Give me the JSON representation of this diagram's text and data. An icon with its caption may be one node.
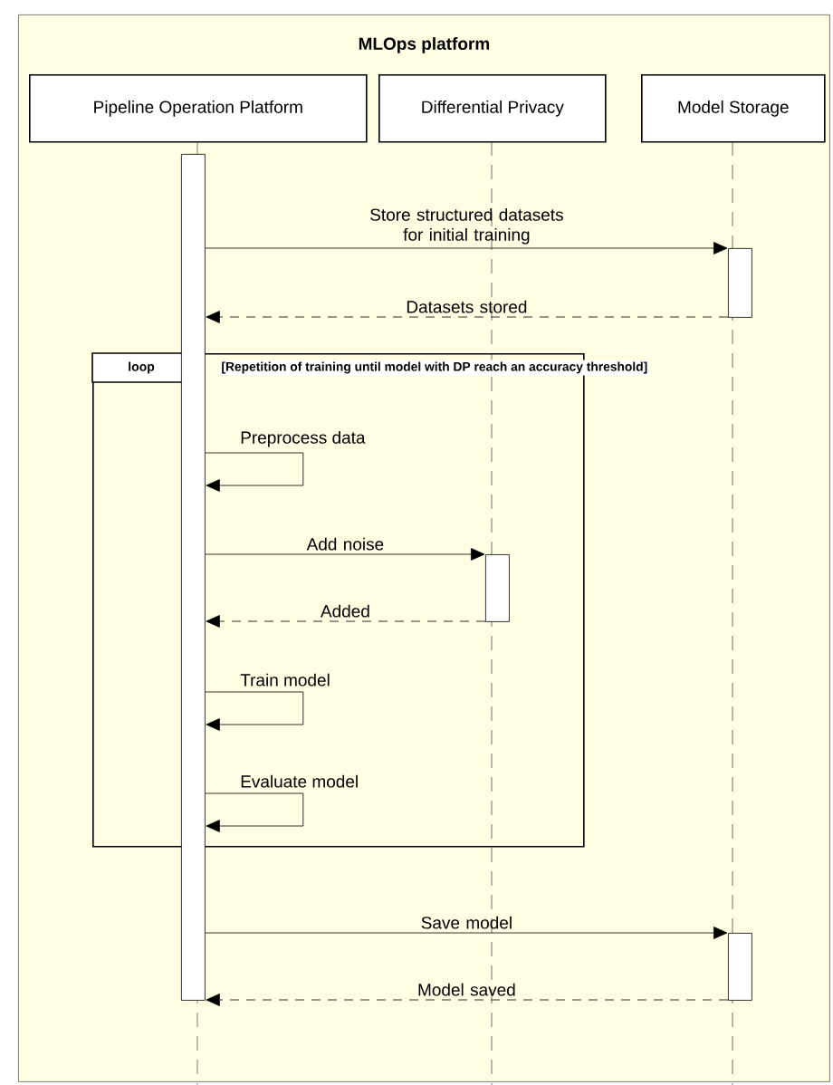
{
  "diagram": {
    "nodes": [
      {
        "text": [
          "MLOps platform"
        ]
      },
      {
        "text": [
          "Pipeline Operation Platform"
        ],
        "in": 0
      },
      {
        "text": [
          "Differential Privacy"
        ],
        "in": 0
      },
      {
        "text": [
          "Model Storage"
        ],
        "in": 0
      },
      {
        "text": [
          "loop",
          "[Repetition of training until model with DP reach an accuracy threshold]"
        ],
        "in": 0
      },
      {
        "text": [],
        "shape": "bar",
        "in": 0
      },
      {
        "text": [],
        "shape": "bar",
        "in": 0
      },
      {
        "text": [],
        "shape": "bar",
        "in": 4
      },
      {
        "text": [],
        "shape": "bar",
        "in": 0
      }
    ],
    "edges": [
      {
        "from": 5,
        "to": 6,
        "arrow": "to",
        "label": "Store structured datasets for initial training"
      },
      {
        "from": 6,
        "to": 5,
        "arrow": "to",
        "label": "Datasets stored",
        "style": "dashed"
      },
      {
        "from": 5,
        "to": 5,
        "arrow": "to",
        "label": "Preprocess data"
      },
      {
        "from": 5,
        "to": 7,
        "arrow": "to",
        "label": "Add noise"
      },
      {
        "from": 7,
        "to": 5,
        "arrow": "to",
        "label": "Added",
        "style": "dashed"
      },
      {
        "from": 5,
        "to": 5,
        "arrow": "to",
        "label": "Train model"
      },
      {
        "from": 5,
        "to": 5,
        "arrow": "to",
        "label": "Evaluate model"
      },
      {
        "from": 5,
        "to": 8,
        "arrow": "to",
        "label": "Save model"
      },
      {
        "from": 8,
        "to": 5,
        "arrow": "to",
        "label": "Model saved",
        "style": "dashed"
      }
    ]
  }
}
